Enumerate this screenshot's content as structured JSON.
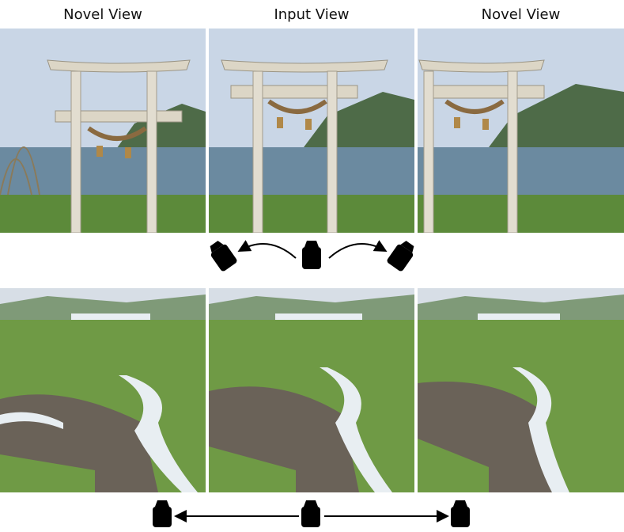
{
  "header": {
    "labels": [
      "Novel View",
      "Input View",
      "Novel View"
    ]
  },
  "rows": [
    {
      "scene": "torii-gate",
      "camera_motion": "rotate",
      "panels": [
        "novel-view-left",
        "input-view",
        "novel-view-right"
      ]
    },
    {
      "scene": "river-valley",
      "camera_motion": "translate",
      "panels": [
        "novel-view-left",
        "input-view",
        "novel-view-right"
      ]
    }
  ],
  "icons": {
    "camera": "camera-icon",
    "arrow": "arrow-icon"
  },
  "colors": {
    "sky": "#c9d6e6",
    "sea": "#6b8aa0",
    "grass": "#5c8a3a",
    "torii": "#dcd6c6",
    "mountain": "#4e6b48",
    "river": "#e8eef2",
    "icon": "#000000"
  }
}
